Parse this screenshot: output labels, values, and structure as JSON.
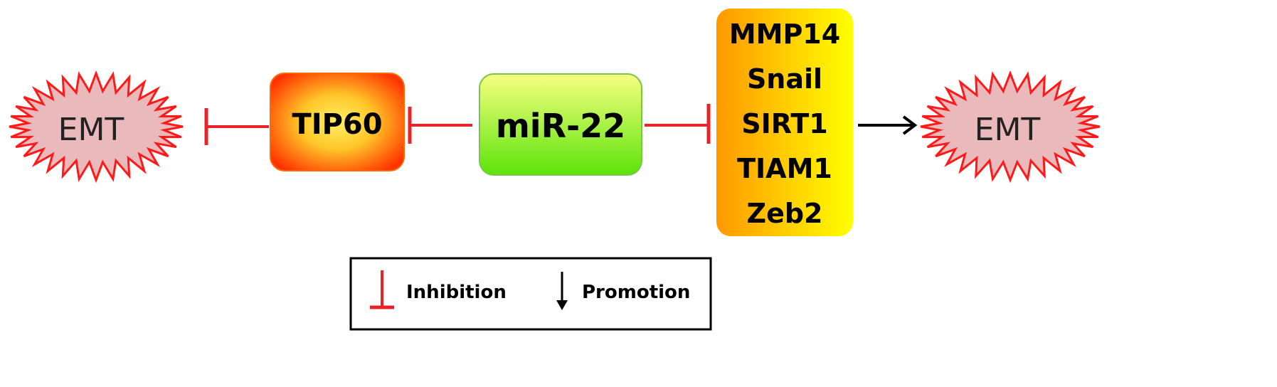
{
  "nodes": {
    "emt_left": "EMT",
    "tip60": "TIP60",
    "mir22": "miR-22",
    "targets": [
      "MMP14",
      "Snail",
      "SIRT1",
      "TIAM1",
      "Zeb2"
    ],
    "emt_right": "EMT"
  },
  "legend": {
    "inhibition": "Inhibition",
    "promotion": "Promotion"
  },
  "colors": {
    "inhibition": "#e8242a",
    "promotion": "#000000",
    "emt_fill": "#e9b9bc",
    "emt_stroke": "#ff1a1a",
    "tip60_outer": "#ff3300",
    "tip60_inner": "#fff066",
    "mir22_top": "#f8ff80",
    "mir22_bottom": "#5ce40a",
    "targets_left": "#ff9900",
    "targets_right": "#ffff00"
  }
}
